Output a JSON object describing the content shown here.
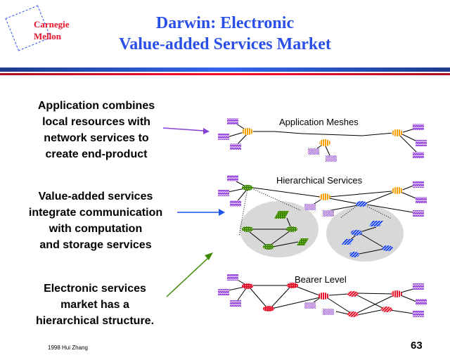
{
  "logo": {
    "line1": "Carnegie",
    "line2": "Mellon"
  },
  "title": {
    "line1": "Darwin: Electronic",
    "line2": "Value-added Services Market"
  },
  "left_text": [
    [
      "Application combines",
      "local resources with",
      "network services to",
      "create end-product"
    ],
    [
      "Value-added services",
      "integrate communication",
      "with computation",
      "and storage services"
    ],
    [
      "Electronic services",
      "market has a",
      "hierarchical structure."
    ]
  ],
  "diagram": {
    "levels": [
      {
        "label": "Application Meshes"
      },
      {
        "label": "Hierarchical Services"
      },
      {
        "label": "Bearer Level"
      }
    ],
    "colors": {
      "app_node": "#f5a000",
      "resource": "#9b4de0",
      "green_service": "#3d8a00",
      "blue_service": "#1a44e8",
      "bearer": "#e8102b",
      "cloud": "#d8d8d8",
      "arrow_purple": "#8a3fd6",
      "arrow_blue": "#1a55e8",
      "arrow_green": "#3d8a00"
    }
  },
  "footer": {
    "credit": "1998  Hui Zhang",
    "page": "63"
  }
}
